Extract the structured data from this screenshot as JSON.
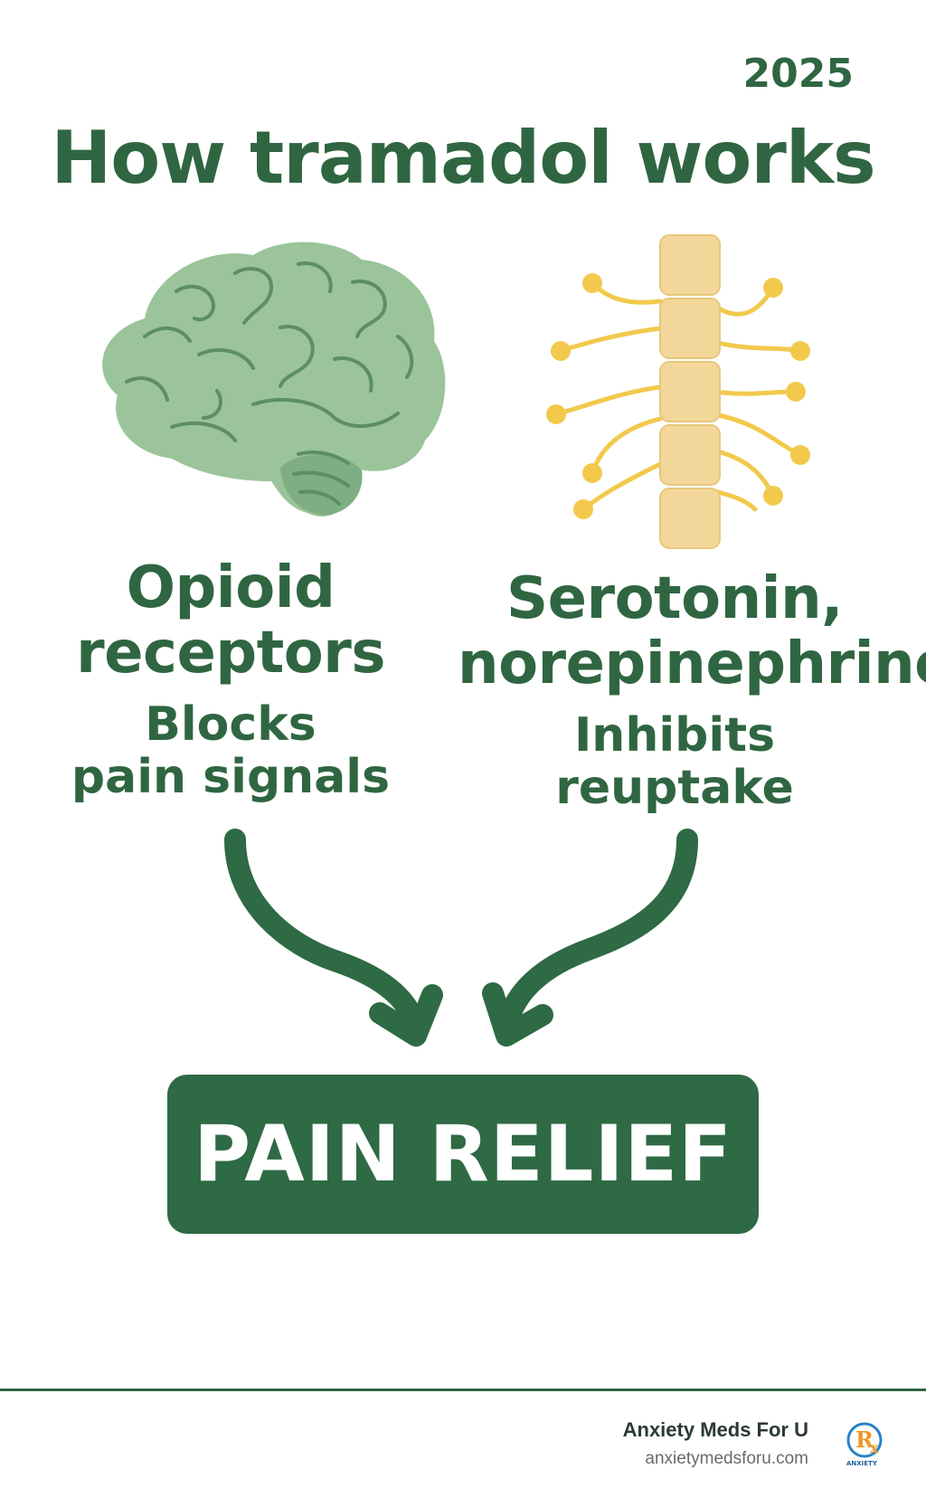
{
  "header": {
    "year": "2025",
    "title": "How tramadol works"
  },
  "left": {
    "icon": "brain-icon",
    "heading_line1": "Opioid",
    "heading_line2": "receptors",
    "desc_line1": "Blocks",
    "desc_line2": "pain signals"
  },
  "right": {
    "icon": "spine-nerves-icon",
    "heading_line1": "Serotonin,",
    "heading_line2": "norepinephrine",
    "desc_line1": "Inhibits",
    "desc_line2": "reuptake"
  },
  "result": {
    "label": "PAIN RELIEF"
  },
  "footer": {
    "brand_name": "Anxiety Meds For U",
    "url": "anxietymedsforu.com",
    "logo_text": "ANXIETY"
  },
  "colors": {
    "primary": "#2f6641",
    "box": "#2e6a44",
    "brain": "#9bc49a",
    "spine": "#f3d79a",
    "nerves": "#f2c94c"
  }
}
